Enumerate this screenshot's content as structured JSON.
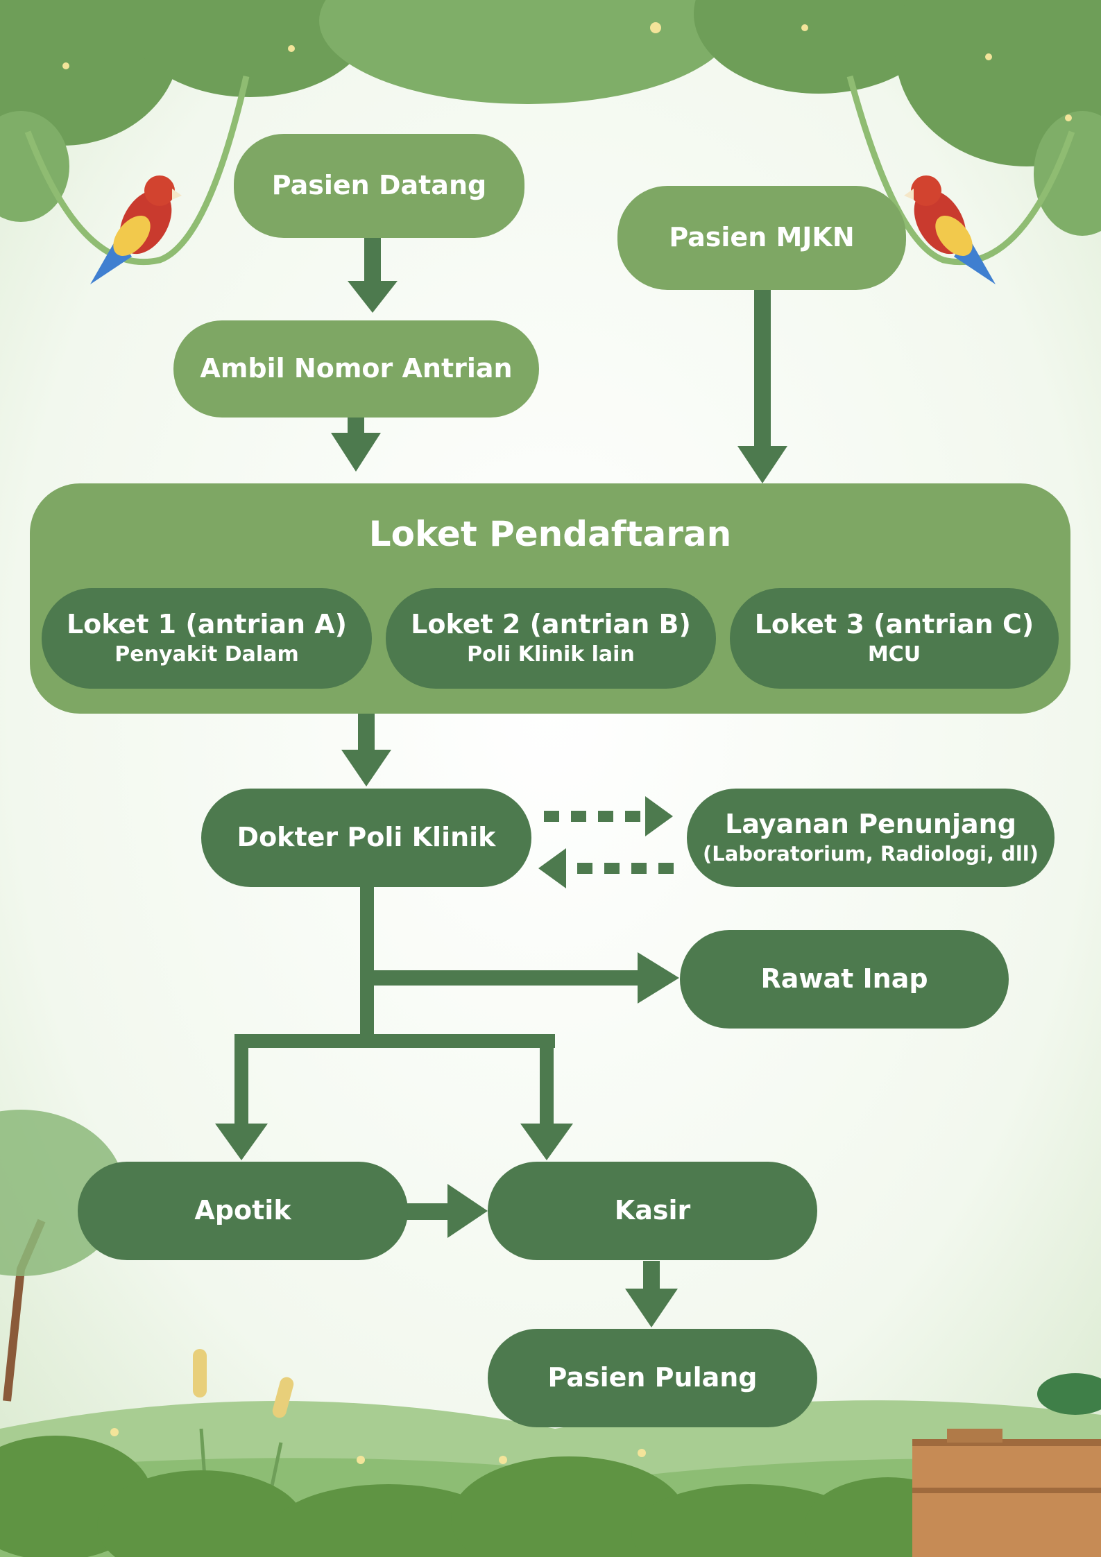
{
  "colors": {
    "light_node": "#7ea764",
    "dark_node": "#4d7a4e",
    "arrow": "#4d7a4e",
    "background": "#f3f9ef",
    "foliage": "#6e9e58"
  },
  "nodes": {
    "pasien_datang": "Pasien Datang",
    "pasien_mjkn": "Pasien MJKN",
    "ambil_nomor_antrian": "Ambil Nomor Antrian",
    "loket_pendaftaran": {
      "title": "Loket Pendaftaran",
      "lokets": [
        {
          "label": "Loket 1 (antrian A)",
          "sub": "Penyakit Dalam"
        },
        {
          "label": "Loket 2 (antrian B)",
          "sub": "Poli Klinik lain"
        },
        {
          "label": "Loket 3 (antrian C)",
          "sub": "MCU"
        }
      ]
    },
    "dokter_poli_klinik": "Dokter Poli Klinik",
    "layanan_penunjang": {
      "label": "Layanan Penunjang",
      "sub": "(Laboratorium, Radiologi, dll)"
    },
    "rawat_inap": "Rawat Inap",
    "apotik": "Apotik",
    "kasir": "Kasir",
    "pasien_pulang": "Pasien Pulang"
  },
  "decorations": [
    "tree-canopy",
    "parrot-icon",
    "vine",
    "bush",
    "cattail-plant",
    "wooden-crate"
  ]
}
